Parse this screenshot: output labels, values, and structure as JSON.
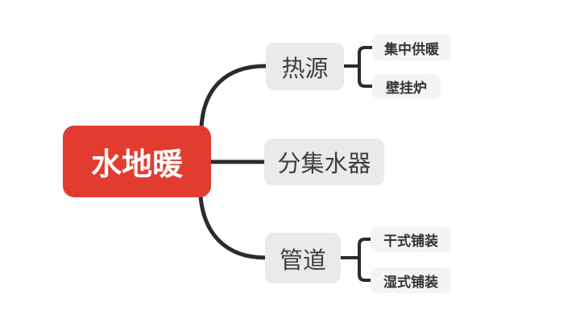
{
  "mindmap": {
    "root": {
      "label": "水地暖"
    },
    "branches": [
      {
        "label": "热源",
        "children": [
          {
            "label": "集中供暖"
          },
          {
            "label": "壁挂炉"
          }
        ]
      },
      {
        "label": "分集水器",
        "children": []
      },
      {
        "label": "管道",
        "children": [
          {
            "label": "干式铺装"
          },
          {
            "label": "湿式铺装"
          }
        ]
      }
    ]
  },
  "colors": {
    "root_bg": "#e23c31",
    "root_text": "#ffffff",
    "branch_bg": "#eaeaea",
    "branch_text": "#3e3e3e",
    "child_bg": "#f4f4f4",
    "child_text": "#333333",
    "connector": "#2b2b2b",
    "background": "#ffffff"
  }
}
